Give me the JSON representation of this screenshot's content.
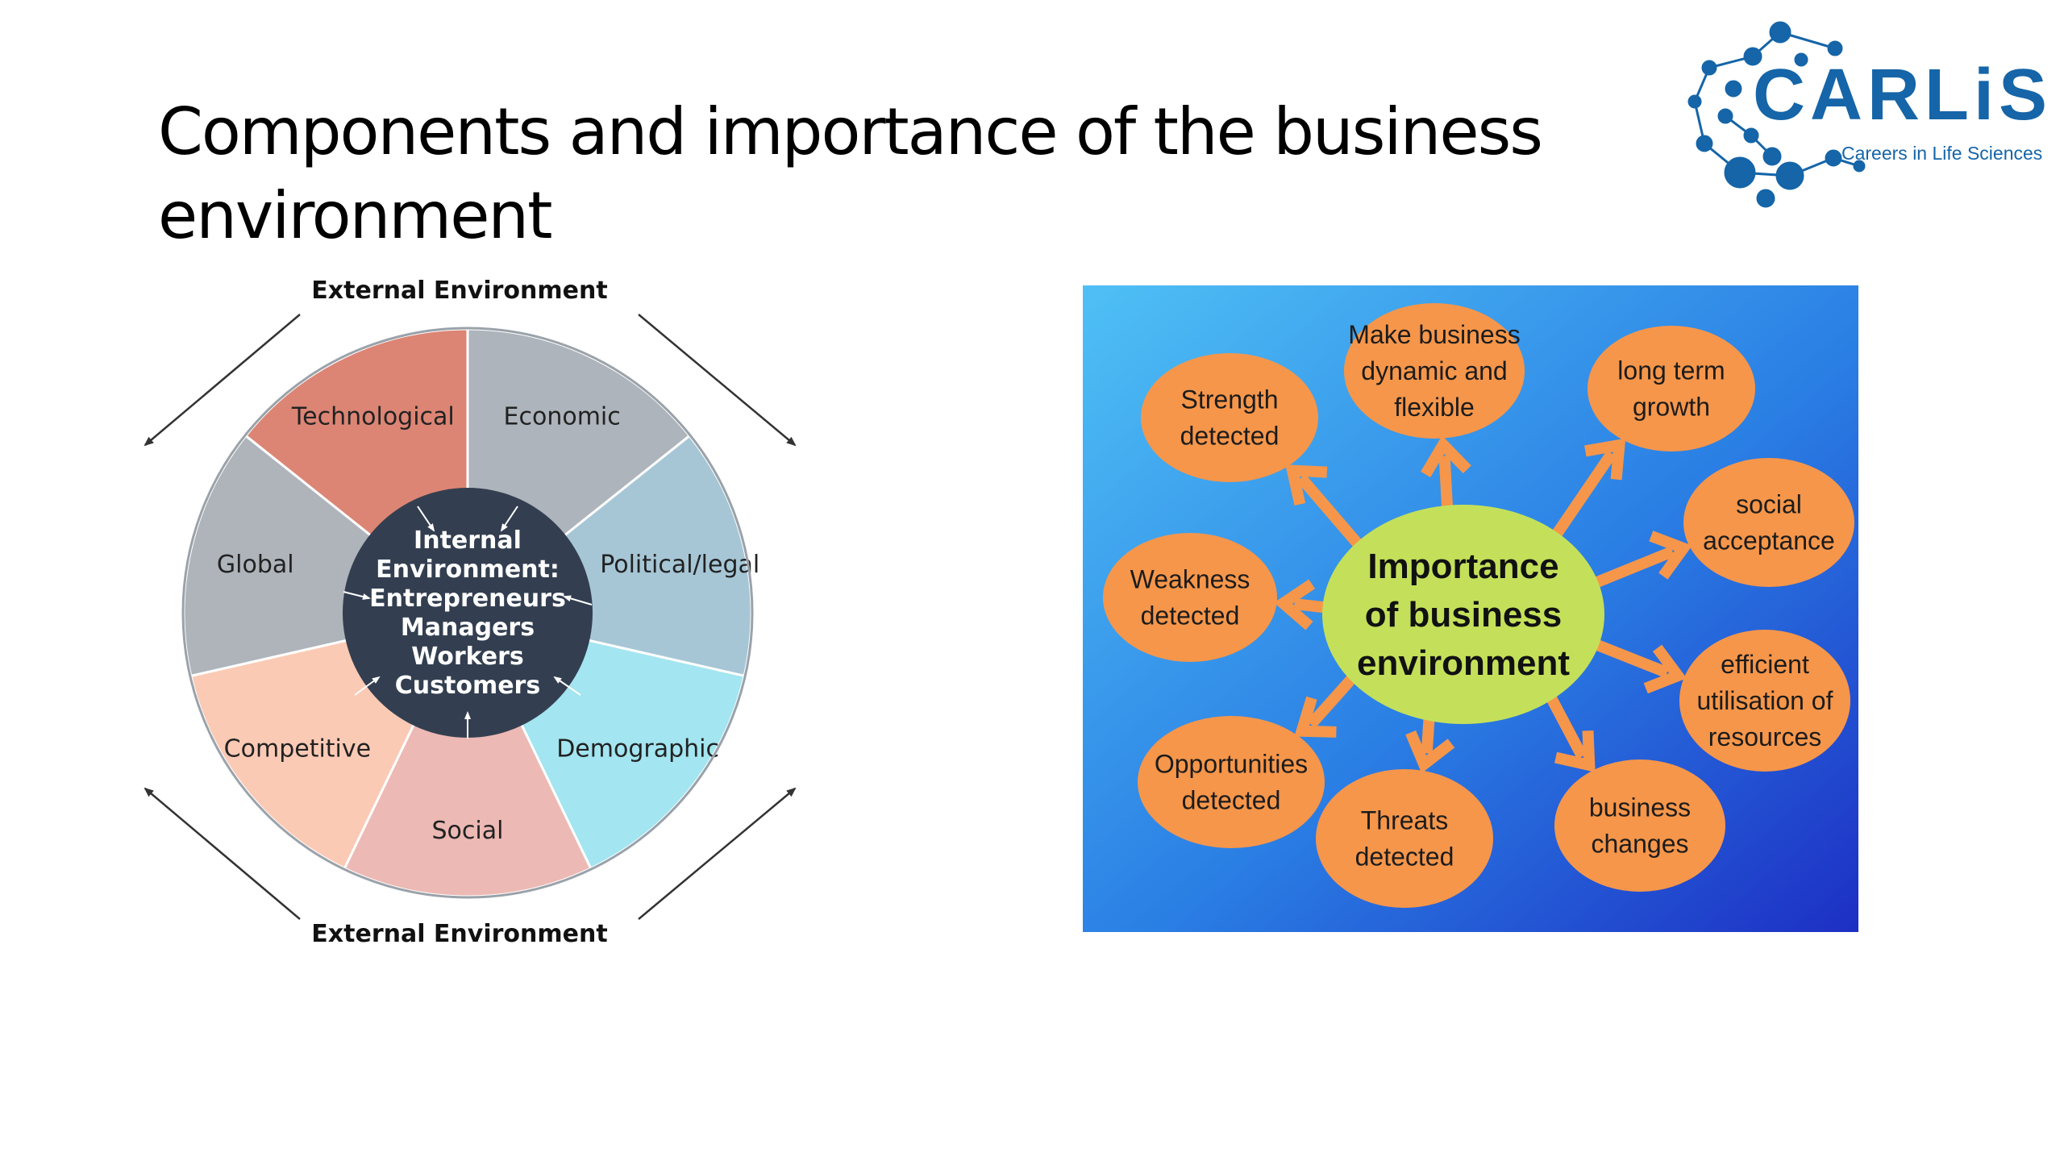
{
  "slide": {
    "title_line1": "Components and importance of the business",
    "title_line2": "environment"
  },
  "logo": {
    "name": "CARLiS",
    "tagline": "Careers in Life Sciences",
    "brand_color": "#1565a8",
    "icon": "molecule-dots-icon"
  },
  "wheel": {
    "external_top": "External Environment",
    "external_bottom": "External Environment",
    "segments": [
      {
        "label": "Technological",
        "color": "#dc8575"
      },
      {
        "label": "Economic",
        "color": "#aeb4bb"
      },
      {
        "label": "Political/legal",
        "color": "#a6c6d6"
      },
      {
        "label": "Demographic",
        "color": "#a3e5f0"
      },
      {
        "label": "Social",
        "color": "#ecb9b4"
      },
      {
        "label": "Competitive",
        "color": "#fbcab5"
      },
      {
        "label": "Global",
        "color": "#afb4bb"
      }
    ],
    "center_lines": [
      "Internal",
      "Environment:",
      "Entrepreneurs",
      "Managers",
      "Workers",
      "Customers"
    ],
    "center_color": "#333f50"
  },
  "importance": {
    "center_lines": [
      "Importance",
      "of business",
      "environment"
    ],
    "center_color": "#c4e05a",
    "node_color": "#f6964a",
    "nodes": [
      {
        "lines": [
          "Make business",
          "dynamic and",
          "flexible"
        ]
      },
      {
        "lines": [
          "long term",
          "growth"
        ]
      },
      {
        "lines": [
          "Strength",
          "detected"
        ]
      },
      {
        "lines": [
          "social",
          "acceptance"
        ]
      },
      {
        "lines": [
          "Weakness",
          "detected"
        ]
      },
      {
        "lines": [
          "efficient",
          "utilisation of",
          "resources"
        ]
      },
      {
        "lines": [
          "Opportunities",
          "detected"
        ]
      },
      {
        "lines": [
          "Threats",
          "detected"
        ]
      },
      {
        "lines": [
          "business",
          "changes"
        ]
      }
    ]
  }
}
